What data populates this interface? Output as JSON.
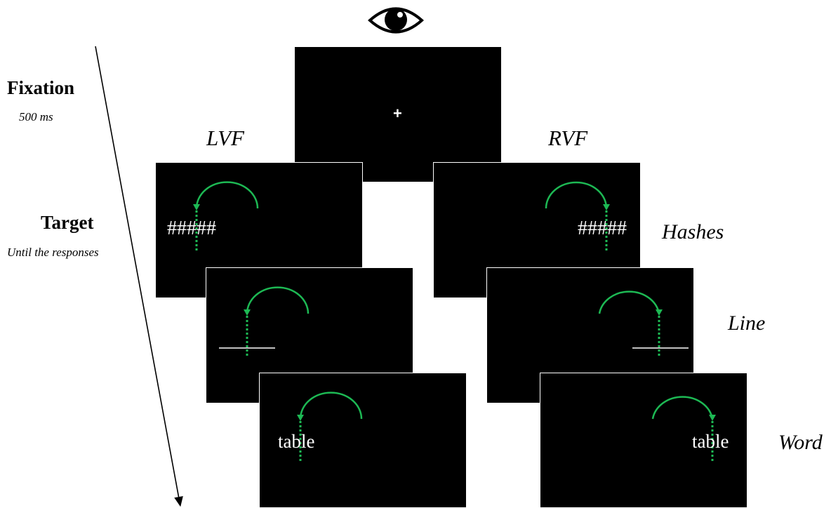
{
  "colors": {
    "screen": "#000000",
    "arrow": "#1db954",
    "stimulus": "#ffffff",
    "background": "#ffffff"
  },
  "icons": {
    "eye": "eye-icon"
  },
  "phases": {
    "fixation": {
      "label": "Fixation",
      "duration": "500 ms",
      "symbol": "+"
    },
    "target": {
      "label": "Target",
      "duration": "Until the responses"
    }
  },
  "fields": {
    "left": "LVF",
    "right": "RVF"
  },
  "conditions": {
    "hashes": {
      "label": "Hashes",
      "stimulus": "#####"
    },
    "line": {
      "label": "Line"
    },
    "word": {
      "label": "Word",
      "stimulus": "table"
    }
  }
}
